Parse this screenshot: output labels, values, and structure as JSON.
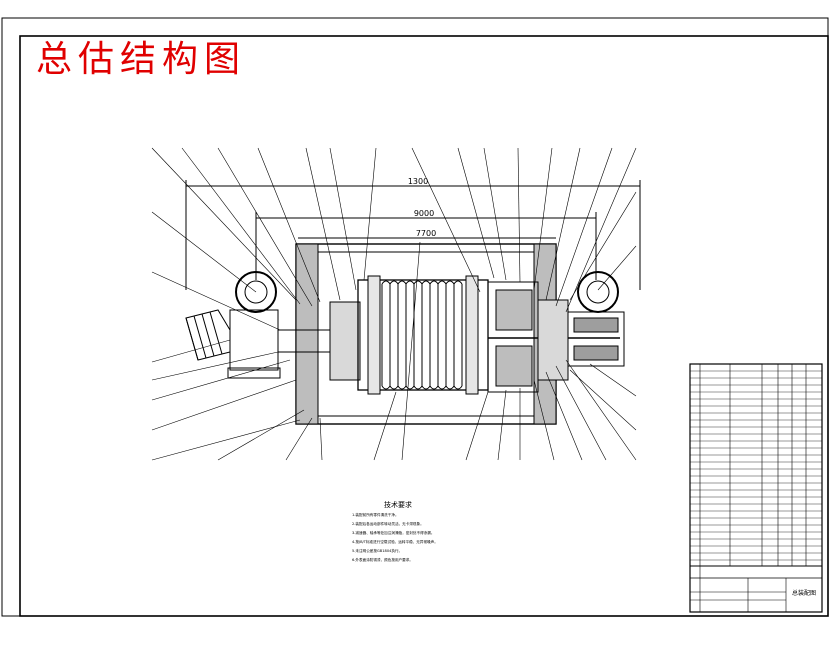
{
  "drawing": {
    "title": "总估结构图",
    "colors": {
      "title": "#e00000",
      "lines": "#000000",
      "paper": "#ffffff"
    },
    "dimensions": {
      "overall": "1300",
      "middle": "9000",
      "drum": "7700"
    },
    "notes_title": "技术要求",
    "notes": [
      "1.装配前所有零件清洗干净。",
      "2.装配后各运动部件转动灵活，无卡滞现象。",
      "3.减速器、轴承等处加注润滑脂，密封处不得渗漏。",
      "4.按JB/T标准进行空载试验，运转平稳、无异常噪声。",
      "5.未注明公差按GB1804执行。",
      "6.外表面涂防锈漆，颜色按用户要求。"
    ],
    "title_block": {
      "drawing_name": "总装配图"
    }
  }
}
